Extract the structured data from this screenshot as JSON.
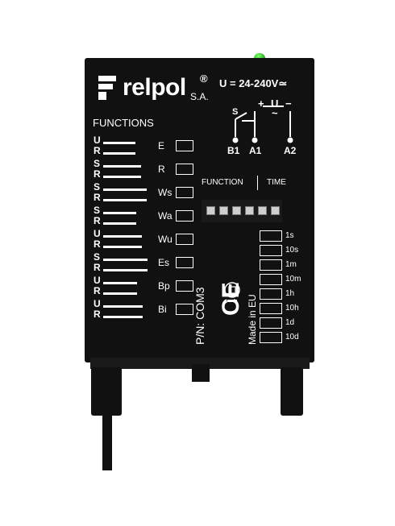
{
  "product": {
    "brand": "relpol",
    "brand_reg": "®",
    "brand_suffix": "S.A.",
    "voltage": "U = 24-240V≃",
    "functions_title": "FUNCTIONS",
    "pn": "P/N: COM3",
    "made_in": "Made in EU",
    "ce_mark": "CE"
  },
  "terminals": {
    "b1": "B1",
    "a1": "A1",
    "a2": "A2",
    "s": "S",
    "plus": "+",
    "u": "U",
    "minus": "−",
    "tilde": "~"
  },
  "function_groups": [
    {
      "code": "E",
      "letters": [
        "U",
        "R"
      ]
    },
    {
      "code": "R",
      "letters": [
        "S",
        "R"
      ]
    },
    {
      "code": "Ws",
      "letters": [
        "S",
        "R"
      ]
    },
    {
      "code": "Wa",
      "letters": [
        "S",
        "R"
      ]
    },
    {
      "code": "Wu",
      "letters": [
        "U",
        "R"
      ]
    },
    {
      "code": "Es",
      "letters": [
        "S",
        "R"
      ]
    },
    {
      "code": "Bp",
      "letters": [
        "U",
        "R"
      ]
    },
    {
      "code": "Bi",
      "letters": [
        "U",
        "R"
      ]
    }
  ],
  "dip_labels": {
    "function": "FUNCTION",
    "time": "TIME"
  },
  "time_ranges": [
    "1s",
    "10s",
    "1m",
    "10m",
    "1h",
    "10h",
    "1d",
    "10d"
  ],
  "colors": {
    "housing": "#111111",
    "print": "#ffffff",
    "led": "#3fd13a"
  }
}
